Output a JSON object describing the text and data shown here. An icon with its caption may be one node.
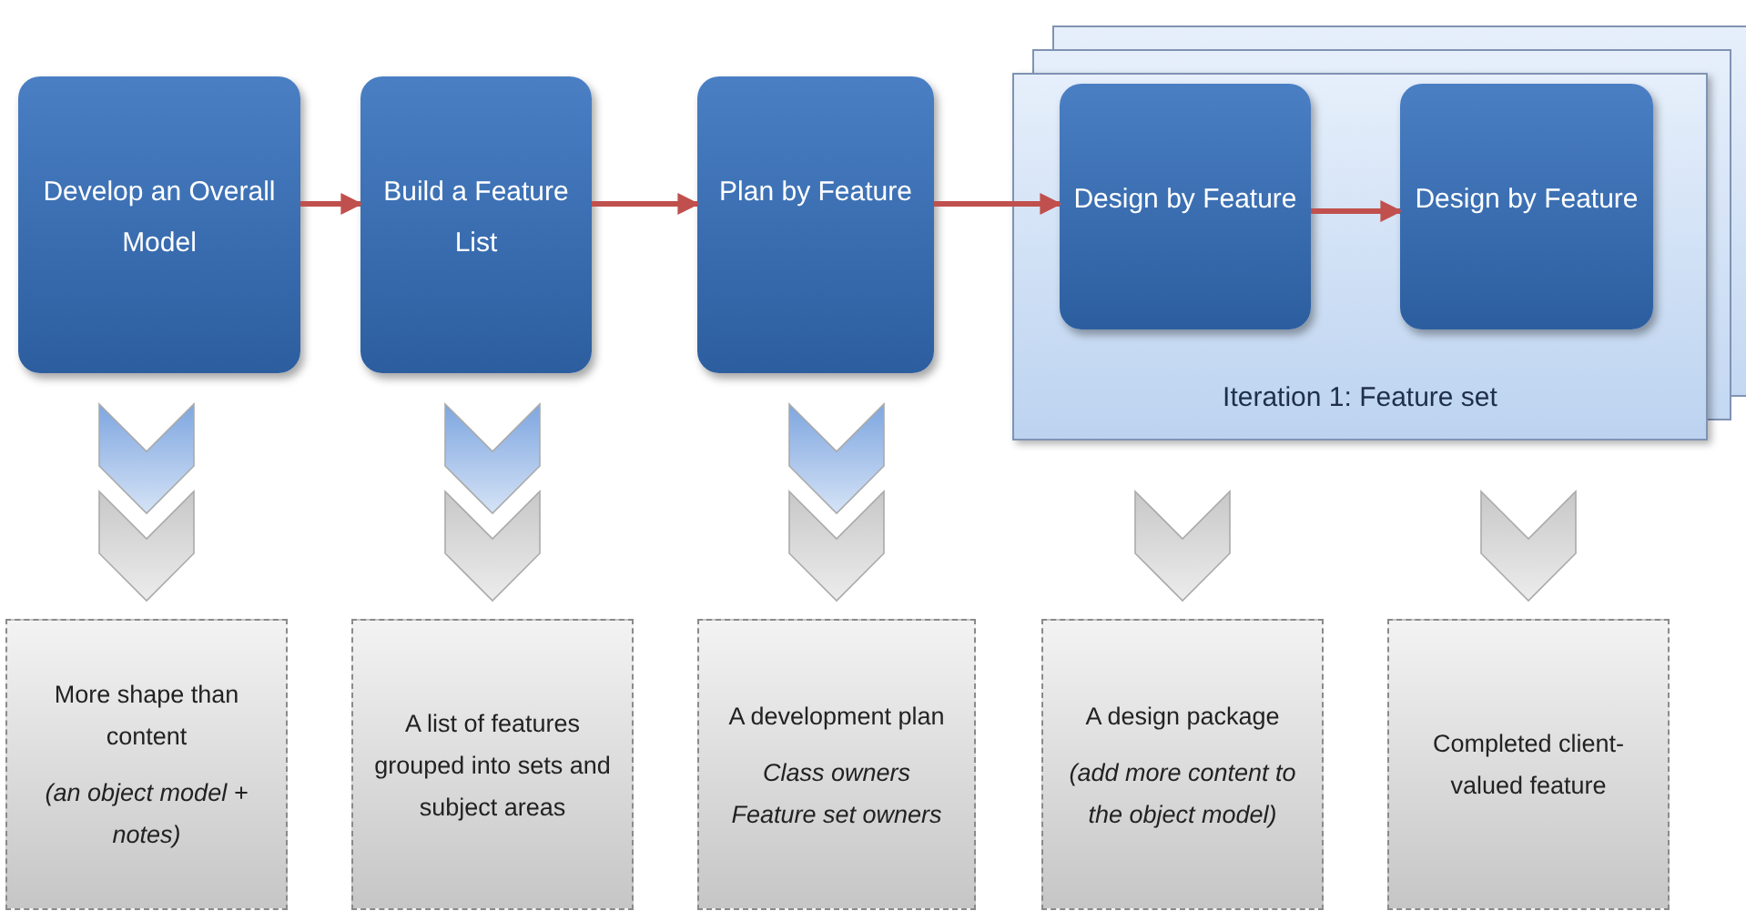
{
  "diagram": {
    "nodes": [
      {
        "text": [
          "Develop an Overall Model"
        ]
      },
      {
        "text": [
          "Build a Feature List"
        ]
      },
      {
        "text": [
          "Plan by Feature"
        ]
      },
      {
        "text": [
          "Iteration 1: Feature set"
        ]
      },
      {
        "text": [
          "Design by Feature"
        ],
        "in": 3
      },
      {
        "text": [
          "Design by Feature"
        ],
        "in": 3
      },
      {
        "text": [
          "More shape than content",
          "(an object model + notes)"
        ]
      },
      {
        "text": [
          "A list of features grouped into sets and subject areas"
        ]
      },
      {
        "text": [
          "A development plan",
          "Class owners",
          "Feature set owners"
        ]
      },
      {
        "text": [
          "A design package",
          "(add more content to the object model)"
        ]
      },
      {
        "text": [
          "Completed client-valued feature"
        ]
      }
    ],
    "edges": [
      {
        "from": 0,
        "to": 1,
        "arrow": "to",
        "color": "#c0504d"
      },
      {
        "from": 1,
        "to": 2,
        "arrow": "to",
        "color": "#c0504d"
      },
      {
        "from": 2,
        "to": 4,
        "arrow": "to",
        "color": "#c0504d"
      },
      {
        "from": 4,
        "to": 5,
        "arrow": "to",
        "color": "#c0504d"
      },
      {
        "from": 0,
        "to": 6,
        "arrow": "to"
      },
      {
        "from": 1,
        "to": 7,
        "arrow": "to"
      },
      {
        "from": 2,
        "to": 8,
        "arrow": "to"
      },
      {
        "from": 3,
        "to": 9,
        "arrow": "to"
      },
      {
        "from": 3,
        "to": 10,
        "arrow": "to"
      }
    ]
  }
}
